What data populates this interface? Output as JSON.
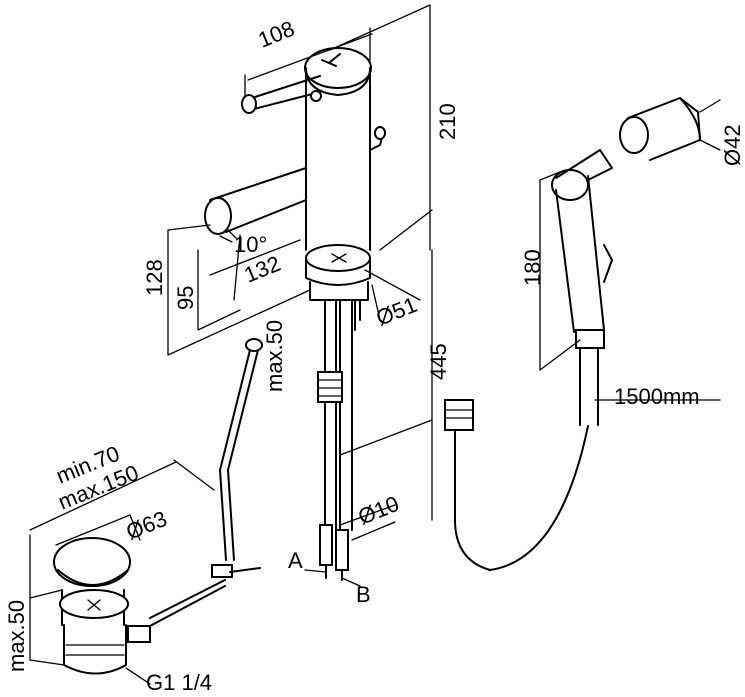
{
  "dimensions": {
    "handle_width": "108",
    "total_height": "210",
    "spout_height": "128",
    "spout_inner_height": "95",
    "tilt_angle": "10°",
    "spout_reach": "132",
    "base_diameter": "Ø51",
    "hose_length_label": "445",
    "max_thickness": "max.50",
    "shower_length": "180",
    "holder_diameter": "Ø42",
    "shower_hose": "1500mm",
    "rod_min": "min.70",
    "rod_max": "max.150",
    "waste_diameter": "Ø63",
    "waste_max": "max.50",
    "pipe_diameter": "Ø10",
    "thread": "G1 1/4",
    "connection_a": "A",
    "connection_b": "B"
  }
}
